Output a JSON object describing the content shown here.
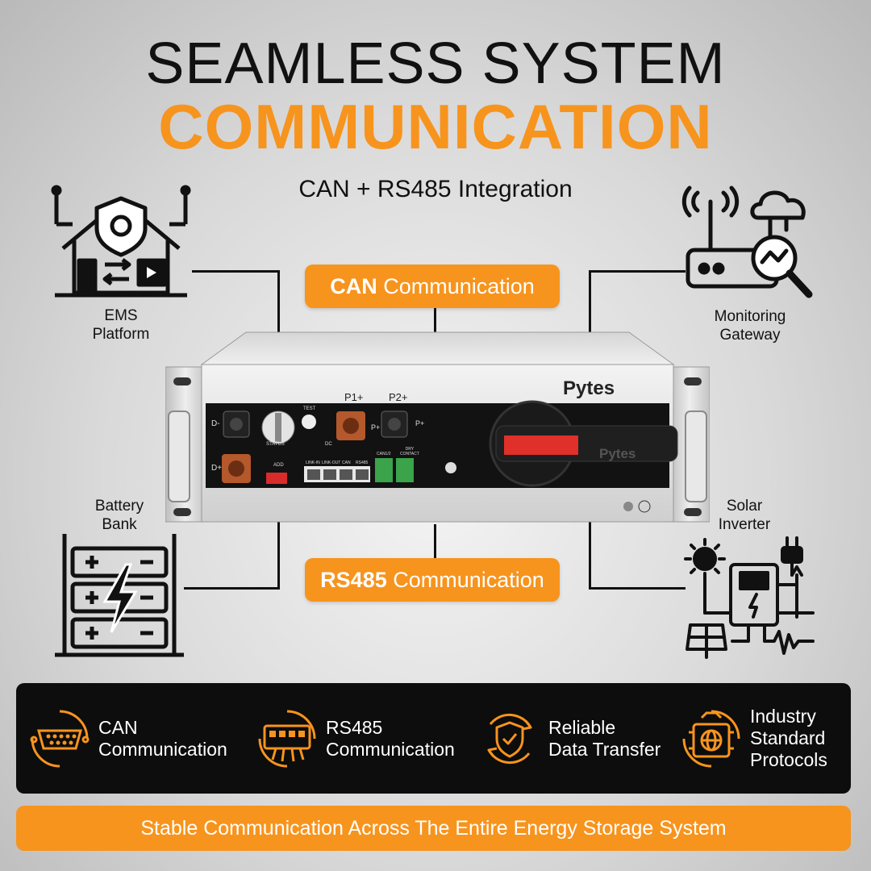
{
  "header": {
    "title_line1": "SEAMLESS SYSTEM",
    "title_line2": "COMMUNICATION",
    "subtitle": "CAN + RS485 Integration"
  },
  "pills": {
    "can_bold": "CAN",
    "can_rest": " Communication",
    "rs485_bold": "RS485",
    "rs485_rest": " Communication"
  },
  "nodes": {
    "ems": {
      "line1": "EMS",
      "line2": "Platform",
      "icon": "smart-home-shield-icon"
    },
    "gateway": {
      "line1": "Monitoring",
      "line2": "Gateway",
      "icon": "router-cloud-monitor-icon"
    },
    "battery": {
      "line1": "Battery",
      "line2": "Bank",
      "icon": "battery-rack-icon"
    },
    "inverter": {
      "line1": "Solar",
      "line2": "Inverter",
      "icon": "solar-inverter-icon"
    }
  },
  "device": {
    "brand": "Pytes",
    "handle_brand": "Pytes",
    "labels": {
      "p1": "P1+",
      "p2": "P2+",
      "d_minus": "D-",
      "d_plus": "D+",
      "p_plus_1": "P+",
      "p_plus_2": "P+",
      "status": "STATUS",
      "test": "TEST",
      "dc": "DC",
      "add": "ADD",
      "link_in": "LINK-IN",
      "link_out": "LINK-OUT",
      "can": "CAN",
      "rs485": "RS485",
      "can12": "CAN1/2",
      "dry": "DRY",
      "contact": "CONTACT"
    }
  },
  "features": [
    {
      "line1": "CAN",
      "line2": "Communication",
      "line3": "",
      "icon": "db9-connector-icon"
    },
    {
      "line1": "RS485",
      "line2": "Communication",
      "line3": "",
      "icon": "terminal-block-icon"
    },
    {
      "line1": "Reliable",
      "line2": "Data Transfer",
      "line3": "",
      "icon": "shield-check-sync-icon"
    },
    {
      "line1": "Industry",
      "line2": "Standard",
      "line3": "Protocols",
      "icon": "globe-chip-icon"
    }
  ],
  "footer": "Stable Communication Across The Entire Energy Storage System",
  "colors": {
    "accent": "#f7941d",
    "dark": "#0d0d0d",
    "text": "#111111"
  }
}
